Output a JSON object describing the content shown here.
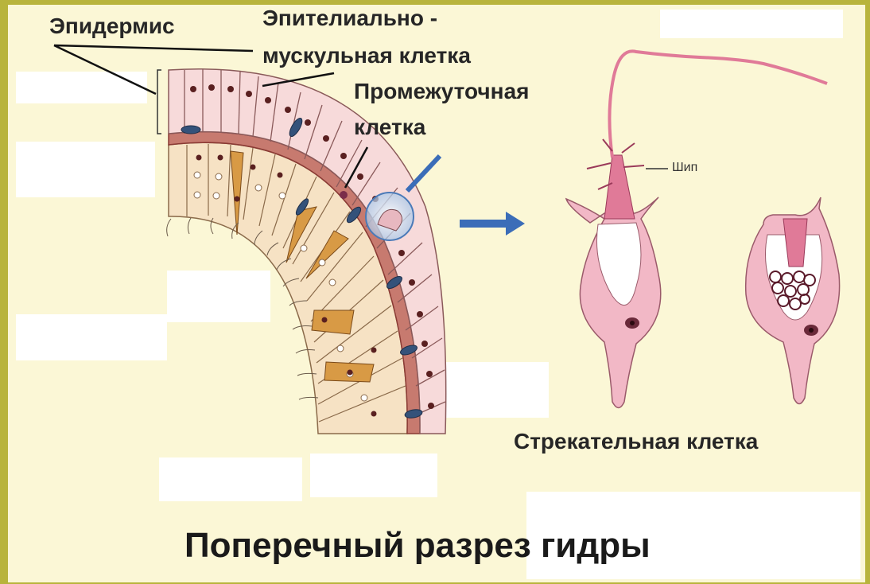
{
  "labels": {
    "epidermis": "Эпидермис",
    "epithelial_muscle_line1": "Эпителиально -",
    "epithelial_muscle_line2": "мускульная клетка",
    "interstitial_line1": "Промежуточная",
    "interstitial_line2": "клетка",
    "spine": "Шип",
    "stinging_cell": "Стрекательная клетка",
    "title": "Поперечный разрез гидры"
  },
  "colors": {
    "background": "#fbf7d6",
    "border": "#b8b43c",
    "epidermis_cell": "#f7dada",
    "gastrodermis_cell": "#f6e2c4",
    "mesoglea": "#b0605a",
    "nucleus": "#5a2020",
    "nerve_cell": "#34527a",
    "gland_cell": "#d89a45",
    "stinging_cell": "#f2b8c6",
    "arrow": "#3b6db8"
  }
}
